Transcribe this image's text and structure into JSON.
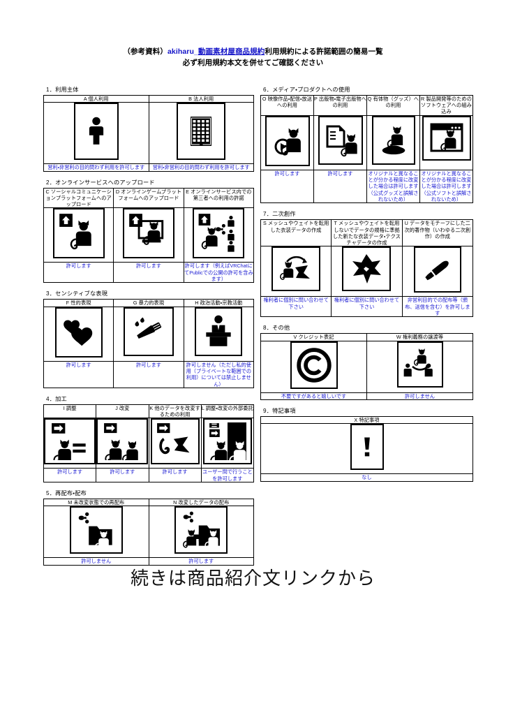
{
  "title": {
    "line1_prefix": "（参考資料）",
    "line1_blue": "akiharu_",
    "line1_blue_underlined": "動画素材屋商品規約",
    "line1_suffix": "利用規約による許諾範囲の簡易一覧",
    "line2": "必ず利用規約本文を併せてご確認ください"
  },
  "footer": {
    "text": "続きは商品紹介文リンクから"
  },
  "colors": {
    "blue": "#1a1ad2",
    "title_blue": "#1414c8",
    "text": "#000000",
    "border": "#000000"
  },
  "sections": [
    {
      "id": "section-1",
      "column": "left",
      "heading": "1．利用主体",
      "columns": 2,
      "cells": [
        {
          "key": "A",
          "header": "A 個人利用",
          "icon": "person-icon",
          "result": "営利・非営利の目的問わず利用を許可します"
        },
        {
          "key": "B",
          "header": "B 法人利用",
          "icon": "building-icon",
          "result": "営利・非営利の目的問わず利用を許可します"
        }
      ]
    },
    {
      "id": "section-2",
      "column": "left",
      "heading": "2．オンラインサービスへのアップロード",
      "columns": 3,
      "cells": [
        {
          "key": "C",
          "header": "C ソーシャルコミュニケーションプラットフォームへのアップロード",
          "icon": "upload-cat-avatar-icon",
          "result": "許可します"
        },
        {
          "key": "D",
          "header": "D オンラインゲームプラットフォームへのアップロード",
          "icon": "upload-cat-monitor-icon",
          "result": "許可します"
        },
        {
          "key": "E",
          "header": "E オンラインサービス内での第三者への利用の許諾",
          "icon": "upload-cat-share-people-icon",
          "result": "許可します（例えばVRChatにてPublicでの公開の許可を含みます）"
        }
      ]
    },
    {
      "id": "section-3",
      "column": "left",
      "heading": "3．センシティブな表現",
      "columns": 3,
      "cells": [
        {
          "key": "F",
          "header": "F 性的表現",
          "icon": "hearts-icon",
          "result": "許可します"
        },
        {
          "key": "G",
          "header": "G 暴力的表現",
          "icon": "bloody-knife-icon",
          "result": "許可します"
        },
        {
          "key": "H",
          "header": "H 政治活動・宗教活動",
          "icon": "podium-speaker-icon",
          "result": "許可しません（ただし私的使用（プライベートな範囲での利用）については禁止しません）"
        }
      ]
    },
    {
      "id": "section-4",
      "column": "left",
      "heading": "4．加工",
      "columns": 4,
      "cells": [
        {
          "key": "I",
          "header": "I 調整",
          "icon": "arrow-cat-equals-icon",
          "result": "許可します"
        },
        {
          "key": "J",
          "header": "J 改変",
          "icon": "arrow-cat-to-cat-icon",
          "result": "許可します"
        },
        {
          "key": "K",
          "header": "K 他のデータを改変するための利用",
          "icon": "arrow-cat-tail-mesh-icon",
          "result": "許可します"
        },
        {
          "key": "L",
          "header": "L 調整・改変の外部委託",
          "icon": "two-cats-outsource-icon",
          "result": "ユーザー間で行うことを許可します"
        }
      ]
    },
    {
      "id": "section-5",
      "column": "left",
      "heading": "5．再配布・配布",
      "columns": 2,
      "cells": [
        {
          "key": "M",
          "header": "M 未改変状態での再配布",
          "icon": "share-folder-cat-icon",
          "result": "許可しません"
        },
        {
          "key": "N",
          "header": "N 改変したデータの配布",
          "icon": "share-folder-modified-cat-icon",
          "result": "許可します"
        }
      ]
    },
    {
      "id": "section-6",
      "column": "right",
      "heading": "6．メディア・プロダクトへの使用",
      "columns": 4,
      "cells": [
        {
          "key": "O",
          "header": "O 映像作品・配信・放送への利用",
          "icon": "cat-play-button-icon",
          "result": "許可します"
        },
        {
          "key": "P",
          "header": "P 出版物・電子出版物への利用",
          "icon": "cat-document-icon",
          "result": "許可します"
        },
        {
          "key": "Q",
          "header": "Q 有体物（グッズ）への利用",
          "icon": "cat-figure-stand-icon",
          "result": "オリジナルと異なることが分かる程度に改変した場合は許可します（公式グッズと誤解されないため）"
        },
        {
          "key": "R",
          "header": "R 製品開発等のためのソフトウェアへの組み込み",
          "icon": "cat-app-window-icon",
          "result": "オリジナルと異なることが分かる程度に改変した場合は許可します（公式ソフトと誤解されないため）"
        }
      ]
    },
    {
      "id": "section-7",
      "column": "right",
      "heading": "7．二次創作",
      "columns": 3,
      "cells": [
        {
          "key": "S",
          "header": "S メッシュやウェイトを転用した衣装データの作成",
          "icon": "cat-mesh-transfer-icon",
          "result": "権利者に個別に問い合わせて下さい"
        },
        {
          "key": "T",
          "header": "T メッシュやウェイトを転用しないでデータの規格に準拠した新たな衣装データ・テクスチャデータの作成",
          "icon": "new-mesh-icon",
          "result": "権利者に個別に問い合わせて下さい"
        },
        {
          "key": "U",
          "header": "U データをモチーフにした二次的著作物（いわゆる二次創作）の作成",
          "icon": "paintbrush-icon",
          "result": "非営利目的での配布等（頒布、送信を含む）を許可します"
        }
      ]
    },
    {
      "id": "section-8",
      "column": "right",
      "heading": "8．その他",
      "columns": 2,
      "cells": [
        {
          "key": "V",
          "header": "V クレジット表記",
          "icon": "copyright-icon",
          "result": "不要ですがあると嬉しいです"
        },
        {
          "key": "W",
          "header": "W 権利義務の譲渡等",
          "icon": "cat-transfer-people-icon",
          "result": "許可しません"
        }
      ]
    },
    {
      "id": "section-9",
      "column": "right",
      "heading": "9．特記事項",
      "columns": 1,
      "cells": [
        {
          "key": "X",
          "header": "X 特記事項",
          "icon": "exclamation-icon",
          "result": "なし"
        }
      ]
    }
  ]
}
